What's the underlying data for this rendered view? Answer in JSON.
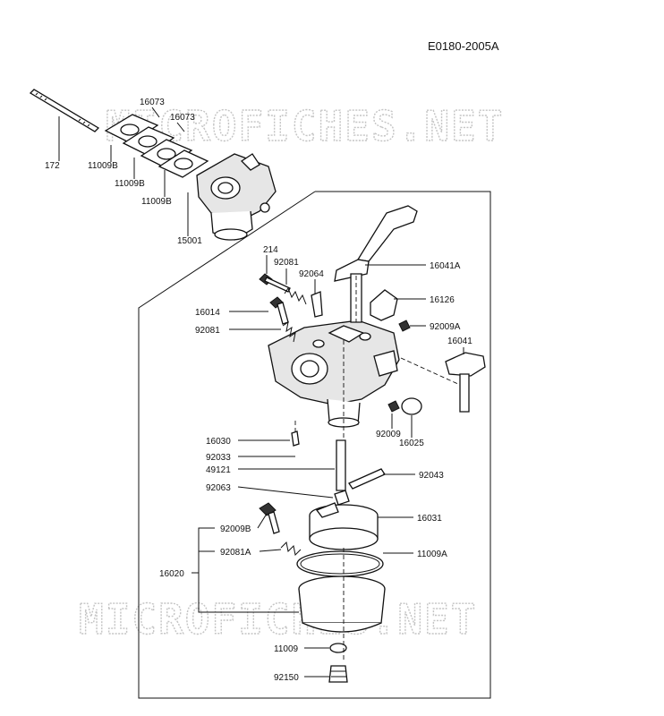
{
  "diagram_code": "E0180-2005A",
  "watermark": "MICROFICHES.NET",
  "parts": {
    "p16073a": "16073",
    "p16073b": "16073",
    "p172": "172",
    "p11009b_a": "11009B",
    "p11009b_b": "11009B",
    "p11009b_c": "11009B",
    "p15001": "15001",
    "p214": "214",
    "p92081_top": "92081",
    "p92064": "92064",
    "p16041a": "16041A",
    "p16126": "16126",
    "p16014": "16014",
    "p92009a": "92009A",
    "p92081_mid": "92081",
    "p16041": "16041",
    "p92009": "92009",
    "p16025": "16025",
    "p16030": "16030",
    "p92033": "92033",
    "p49121": "49121",
    "p92043": "92043",
    "p92063": "92063",
    "p16031": "16031",
    "p92009b": "92009B",
    "p11009a": "11009A",
    "p16020": "16020",
    "p92081a": "92081A",
    "p11009": "11009",
    "p92150": "92150"
  }
}
